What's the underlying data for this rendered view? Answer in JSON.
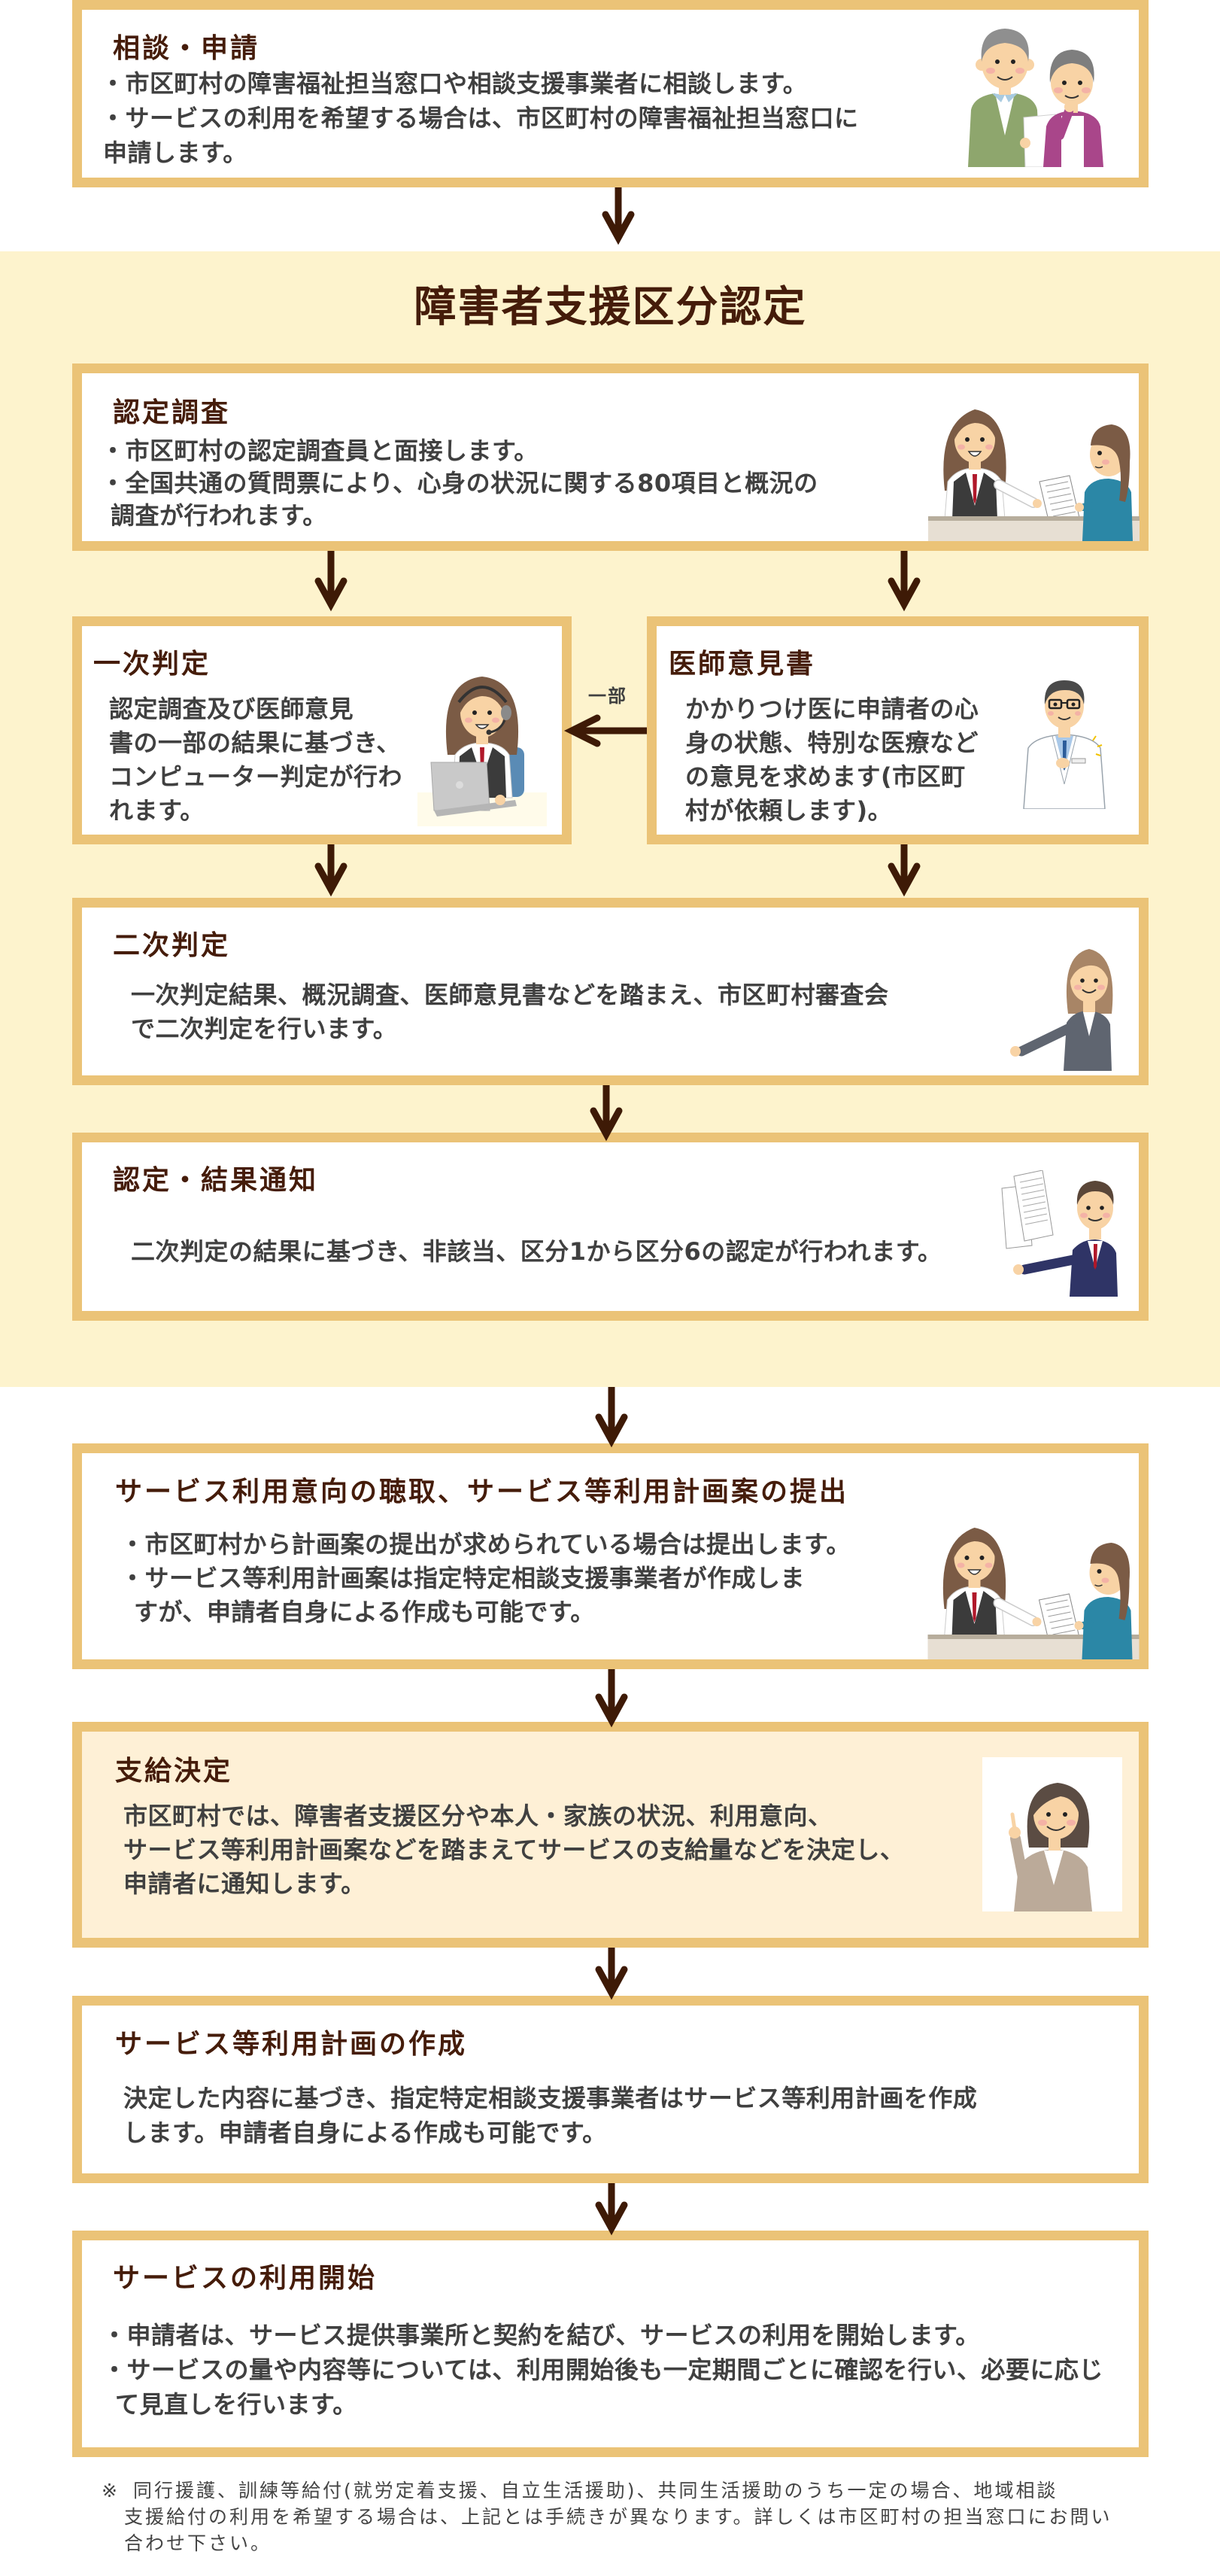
{
  "colors": {
    "box_border": "#EBC377",
    "section_band": "#FDF3CD",
    "title_text": "#451C0A",
    "body_text": "#404040",
    "arrow": "#3E1A06",
    "decision_fill": "#FEF0D6"
  },
  "steps": {
    "consult": {
      "title": "相談・申請",
      "lines": [
        "・市区町村の障害福祉担当窓口や相談支援事業者に相談します。",
        "・サービスの利用を希望する場合は、市区町村の障害福祉担当窓口に",
        "申請します。"
      ],
      "illustration": "elderly-couple-illustration"
    },
    "survey": {
      "title": "認定調査",
      "lines": [
        "・市区町村の認定調査員と面接します。",
        "・全国共通の質問票により、心身の状況に関する80項目と概況の",
        "調査が行われます。"
      ],
      "illustration": "counter-consultation-illustration"
    },
    "primary_judgment": {
      "title": "一次判定",
      "lines": [
        "認定調査及び医師意見",
        "書の一部の結果に基づき、",
        "コンピューター判定が行わ",
        "れます。"
      ],
      "illustration": "operator-with-laptop-illustration"
    },
    "doctor_opinion": {
      "title": "医師意見書",
      "lines": [
        "かかりつけ医に申請者の心",
        "身の状態、特別な医療など",
        "の意見を求めます(市区町",
        "村が依頼します)。"
      ],
      "illustration": "doctor-illustration"
    },
    "secondary_judgment": {
      "title": "二次判定",
      "lines": [
        "一次判定結果、概況調査、医師意見書などを踏まえ、市区町村審査会",
        "で二次判定を行います。"
      ],
      "illustration": "presenting-woman-illustration"
    },
    "notification": {
      "title": "認定・結果通知",
      "lines": [
        "二次判定の結果に基づき、非該当、区分1から区分6の認定が行われます。"
      ],
      "illustration": "man-with-documents-illustration"
    },
    "plan_proposal": {
      "title": "サービス利用意向の聴取、サービス等利用計画案の提出",
      "lines": [
        "・市区町村から計画案の提出が求められている場合は提出します。",
        "・サービス等利用計画案は指定特定相談支援事業者が作成しま",
        "すが、申請者自身による作成も可能です。"
      ],
      "illustration": "counter-consultation-illustration"
    },
    "decision": {
      "title": "支給決定",
      "lines": [
        "市区町村では、障害者支援区分や本人・家族の状況、利用意向、",
        "サービス等利用計画案などを踏まえてサービスの支給量などを決定し、",
        "申請者に通知します。"
      ],
      "illustration": "pointing-woman-illustration"
    },
    "plan_creation": {
      "title": "サービス等利用計画の作成",
      "lines": [
        "決定した内容に基づき、指定特定相談支援事業者はサービス等利用計画を作成",
        "します。申請者自身による作成も可能です。"
      ]
    },
    "service_start": {
      "title": "サービスの利用開始",
      "lines": [
        "・申請者は、サービス提供事業所と契約を結び、サービスの利用を開始します。",
        "・サービスの量や内容等については、利用開始後も一定期間ごとに確認を行い、必要に応じ",
        "て見直しを行います。"
      ]
    }
  },
  "certification_section": {
    "heading": "障害者支援区分認定"
  },
  "connectors": {
    "partial_label": "一部",
    "arrow_icon": "arrow-down-icon",
    "side_arrow_icon": "arrow-left-icon"
  },
  "footnote": {
    "mark": "※",
    "lines": [
      "同行援護、訓練等給付(就労定着支援、自立生活援助)、共同生活援助のうち一定の場合、地域相談",
      "支援給付の利用を希望する場合は、上記とは手続きが異なります。詳しくは市区町村の担当窓口にお問い",
      "合わせ下さい。"
    ]
  }
}
